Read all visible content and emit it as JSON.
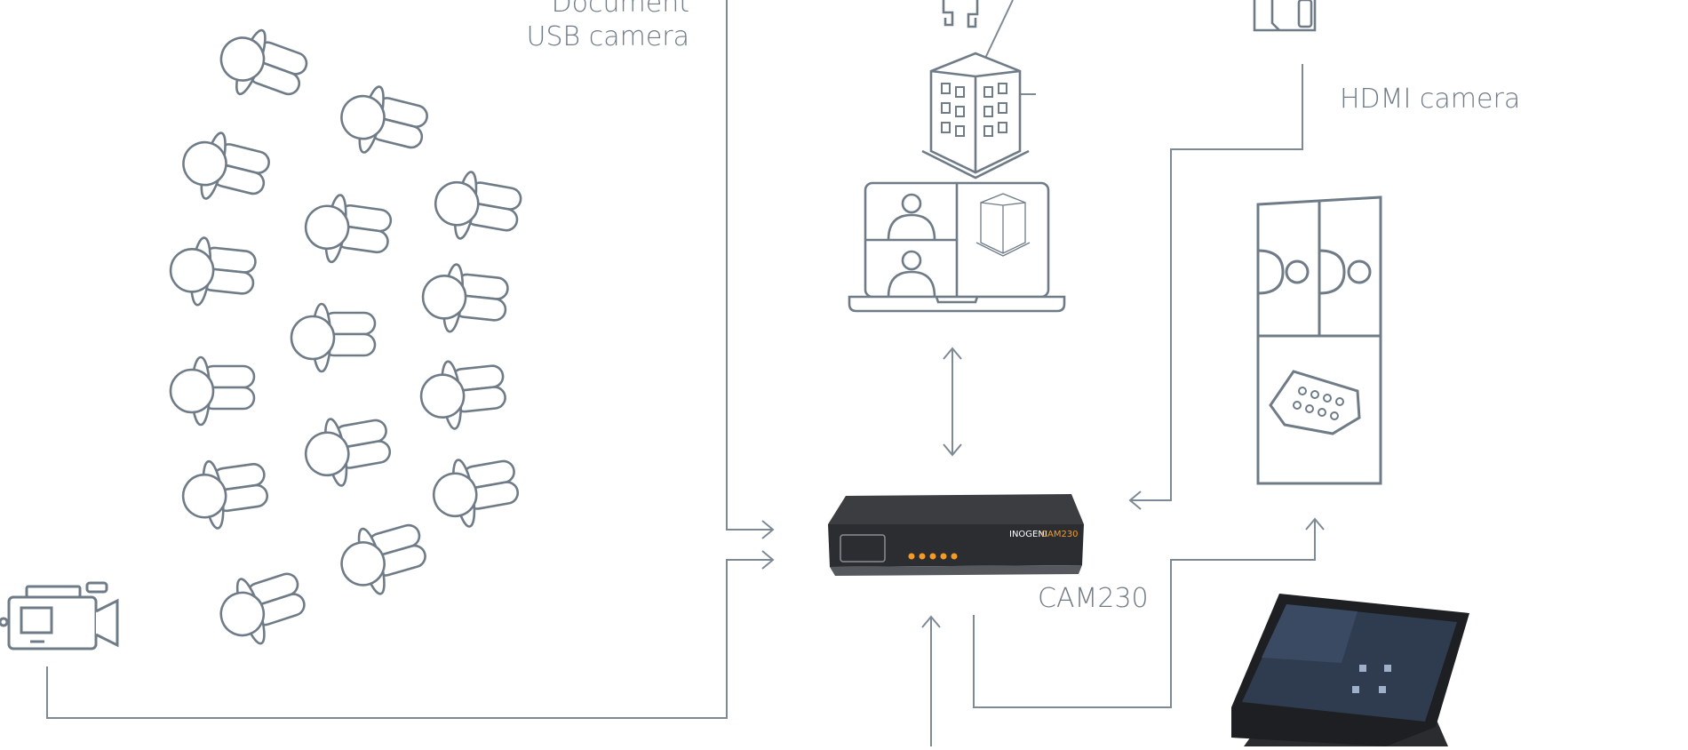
{
  "labels": {
    "document_camera_line1": "Document",
    "document_camera_line2": "USB camera",
    "hdmi_camera": "HDMI camera",
    "cam230": "CAM230"
  },
  "device": {
    "brand": "INOGENI",
    "model": "CAM230"
  },
  "icons": [
    "webcam-icon",
    "building-icon",
    "hdmi-camera-icon",
    "audience-icon",
    "laptop-video-call-icon",
    "display-screen-icon",
    "camcorder-icon",
    "touch-panel-controller"
  ],
  "colors": {
    "line": "#7d8a96",
    "icon": "#6f7c88",
    "device_body": "#2d2f33",
    "led": "#f59a23"
  }
}
